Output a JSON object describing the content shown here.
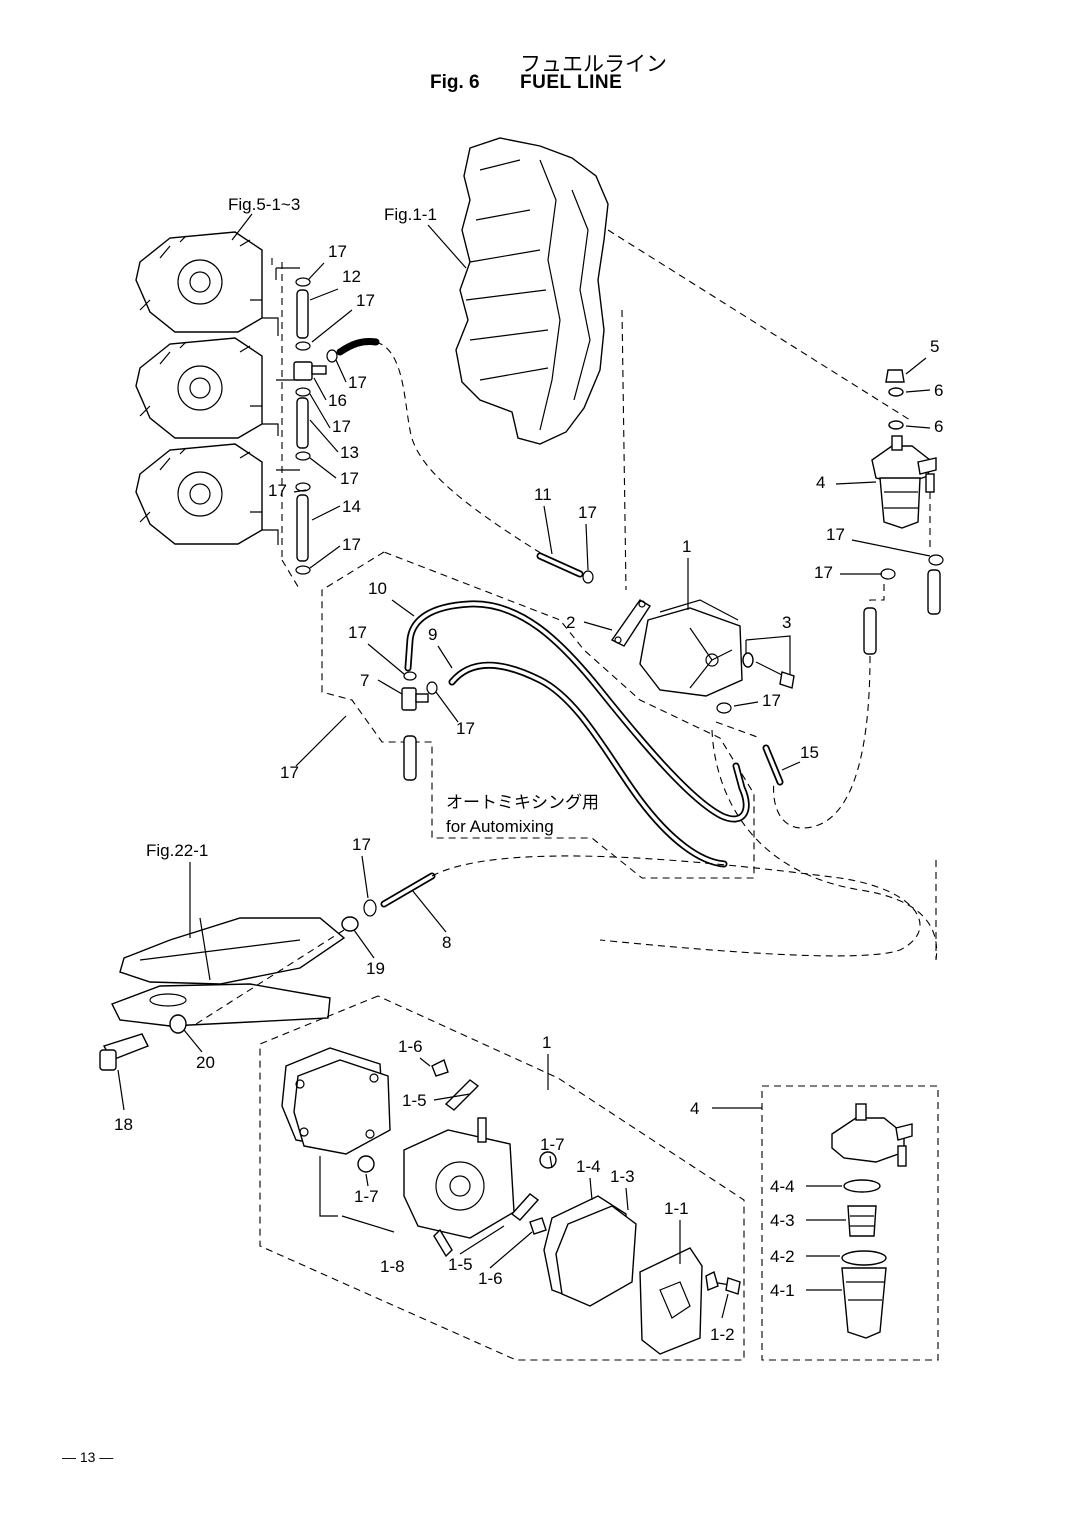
{
  "header": {
    "title_jp": "フュエルライン",
    "fig_label": "Fig. 6",
    "title_en": "FUEL LINE"
  },
  "references": {
    "fig5": "Fig.5-1~3",
    "fig1": "Fig.1-1",
    "fig22": "Fig.22-1"
  },
  "notes": {
    "automixing_jp": "オートミキシング用",
    "automixing_en": "for Automixing"
  },
  "callouts": {
    "c1": "1",
    "c2": "2",
    "c3": "3",
    "c4": "4",
    "c5": "5",
    "c6a": "6",
    "c6b": "6",
    "c7": "7",
    "c8": "8",
    "c9": "9",
    "c10": "10",
    "c11": "11",
    "c12": "12",
    "c13": "13",
    "c14": "14",
    "c15": "15",
    "c16": "16",
    "c18": "18",
    "c19": "19",
    "c20": "20",
    "c17": "17",
    "c1_detail": "1",
    "c4_detail": "4",
    "c1_1": "1-1",
    "c1_2": "1-2",
    "c1_3": "1-3",
    "c1_4": "1-4",
    "c1_5a": "1-5",
    "c1_5b": "1-5",
    "c1_6a": "1-6",
    "c1_6b": "1-6",
    "c1_7a": "1-7",
    "c1_7b": "1-7",
    "c1_8": "1-8",
    "c4_1": "4-1",
    "c4_2": "4-2",
    "c4_3": "4-3",
    "c4_4": "4-4"
  },
  "page_number": "13"
}
